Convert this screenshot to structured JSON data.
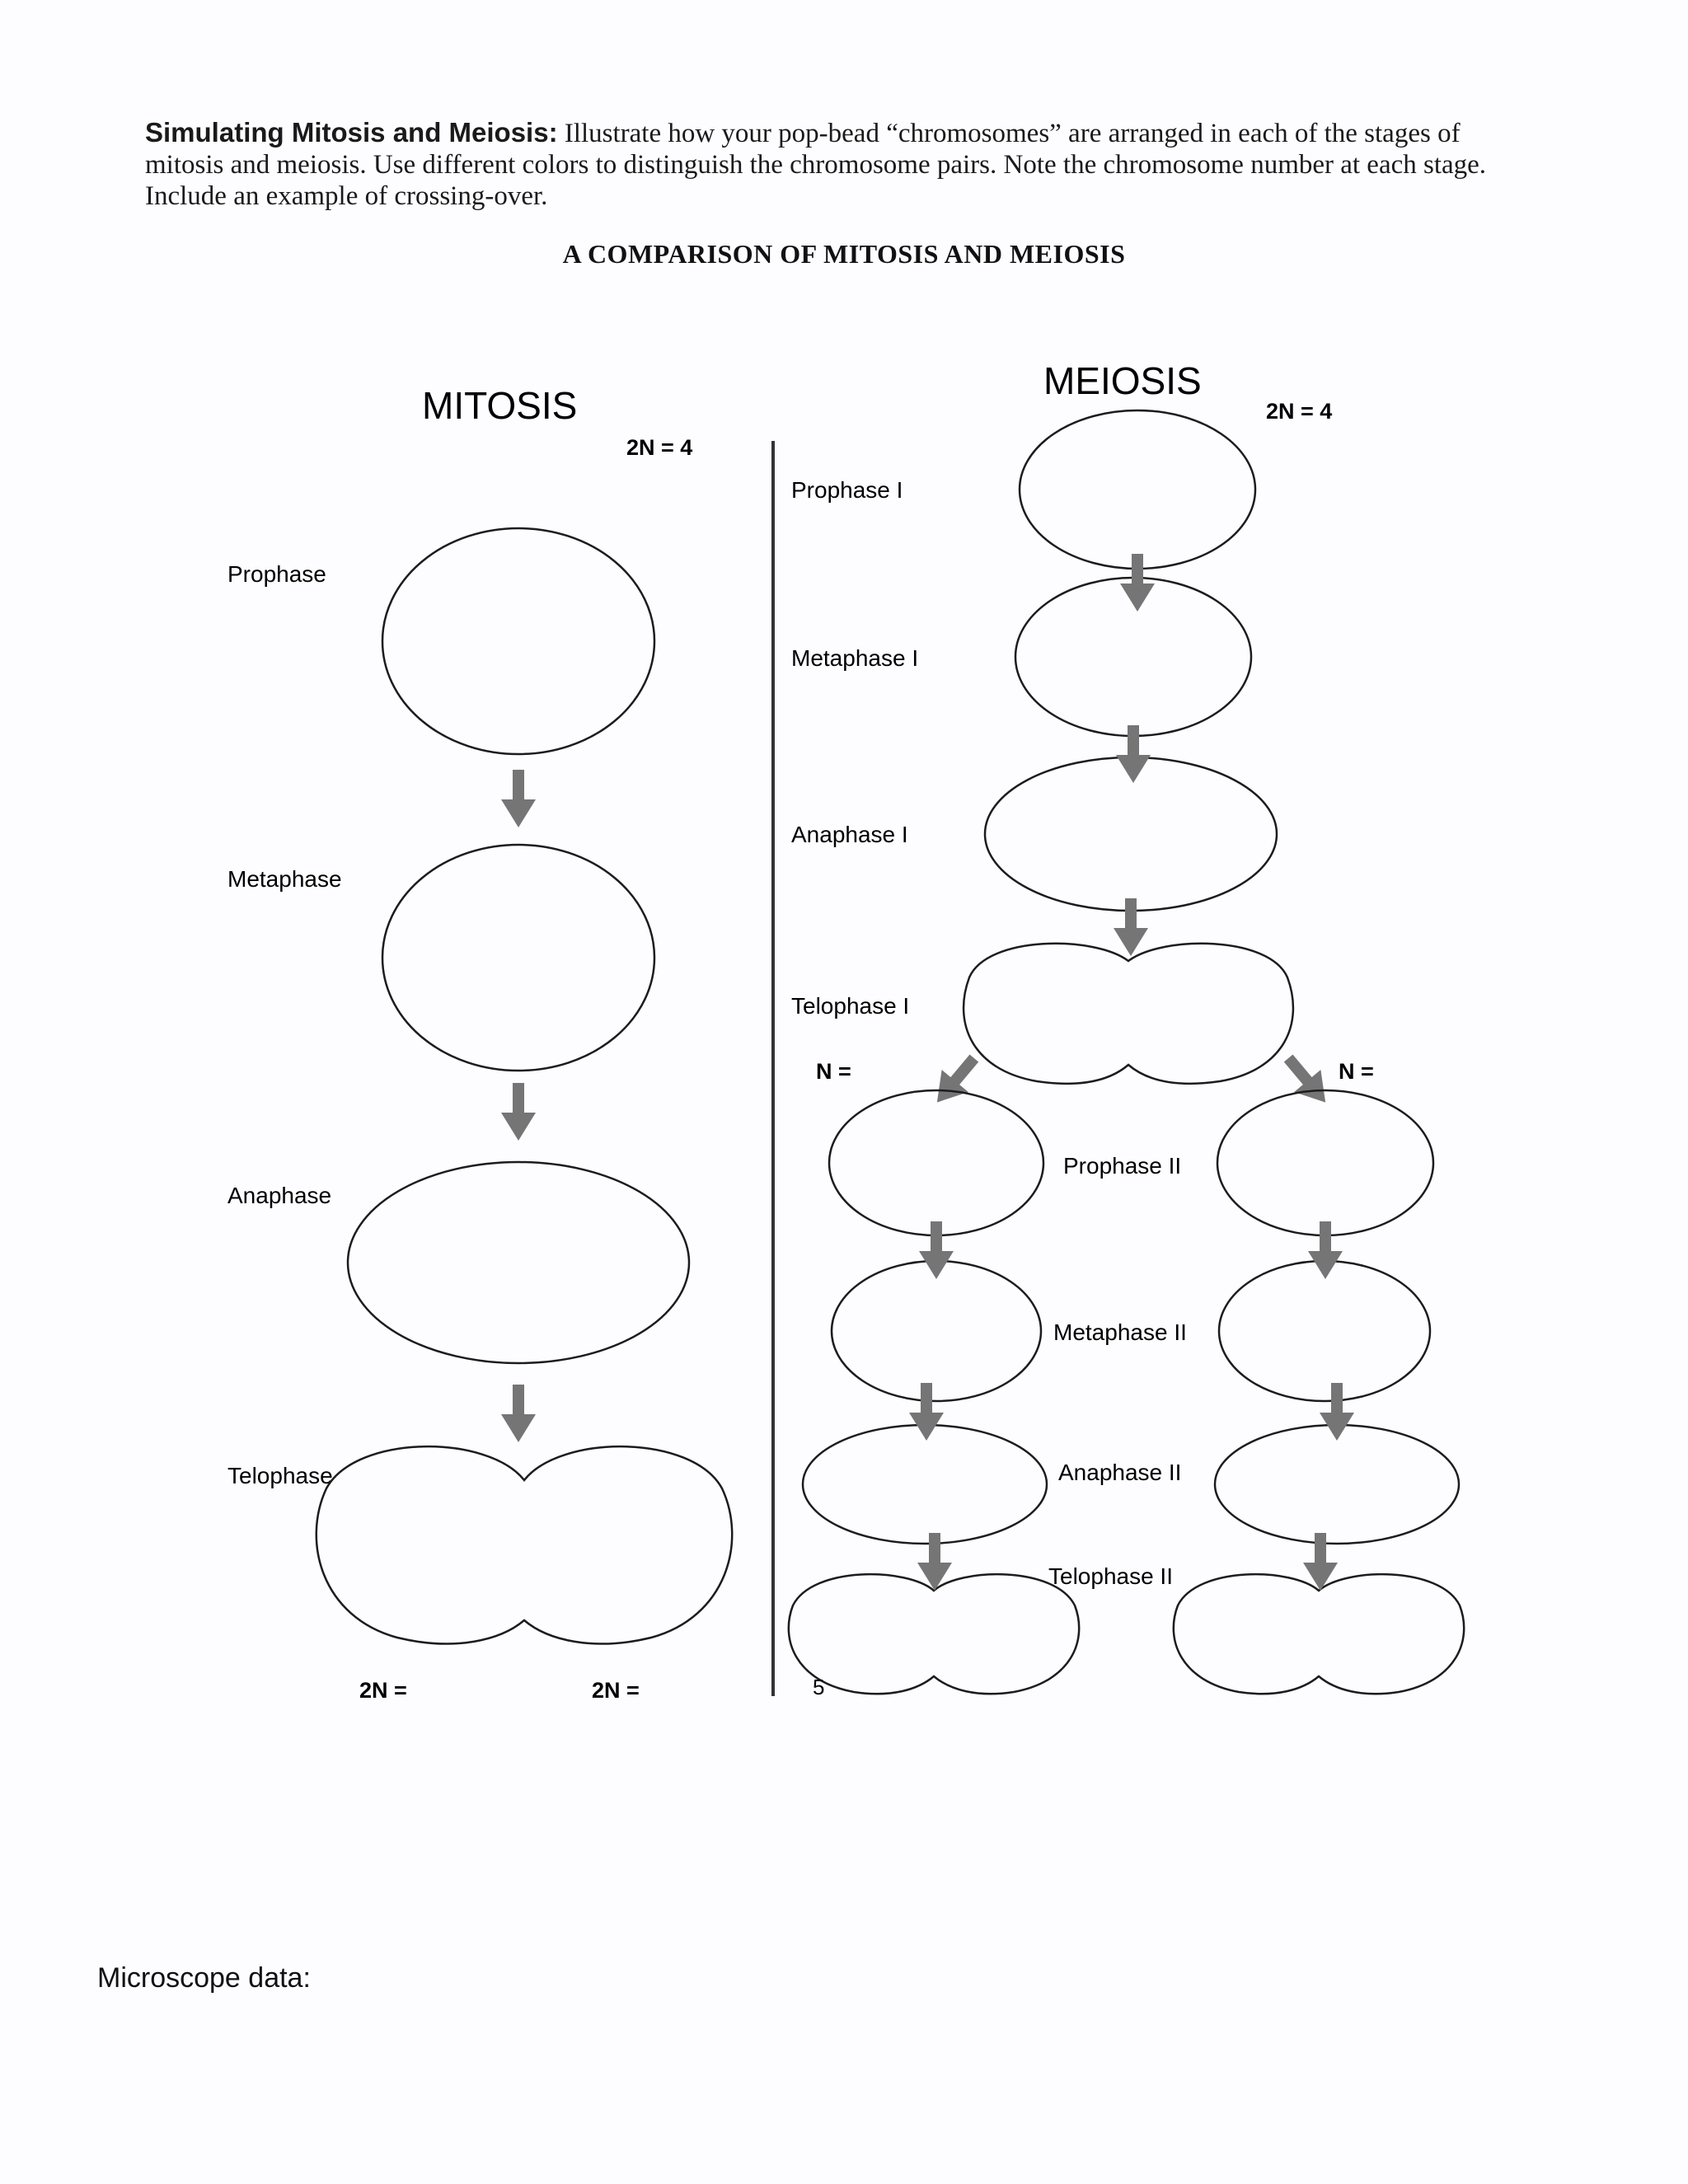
{
  "intro": {
    "lead": "Simulating Mitosis and Meiosis:",
    "text": " Illustrate how your pop-bead “chromosomes” are arranged in each of the stages of mitosis and meiosis. Use different colors to distinguish the chromosome pairs. Note the chromosome number at each stage. Include an example of crossing-over."
  },
  "subtitle": "A COMPARISON OF MITOSIS AND MEIOSIS",
  "mitosis": {
    "heading": "MITOSIS",
    "count": "2N = 4",
    "stages": [
      "Prophase",
      "Metaphase",
      "Anaphase",
      "Telophase"
    ],
    "daughter_counts": [
      "2N =",
      "2N ="
    ]
  },
  "meiosis": {
    "heading": "MEIOSIS",
    "count": "2N = 4",
    "stages_one": [
      "Prophase I",
      "Metaphase I",
      "Anaphase I",
      "Telophase I"
    ],
    "haploid_counts": [
      "N =",
      "N ="
    ],
    "stages_two": [
      "Prophase II",
      "Metaphase II",
      "Anaphase II",
      "Telophase II"
    ],
    "page_mark": "5"
  },
  "footer": "Microscope data:",
  "colors": {
    "arrow": "#757575",
    "outline": "#1c1c1c",
    "divider": "#333333"
  }
}
